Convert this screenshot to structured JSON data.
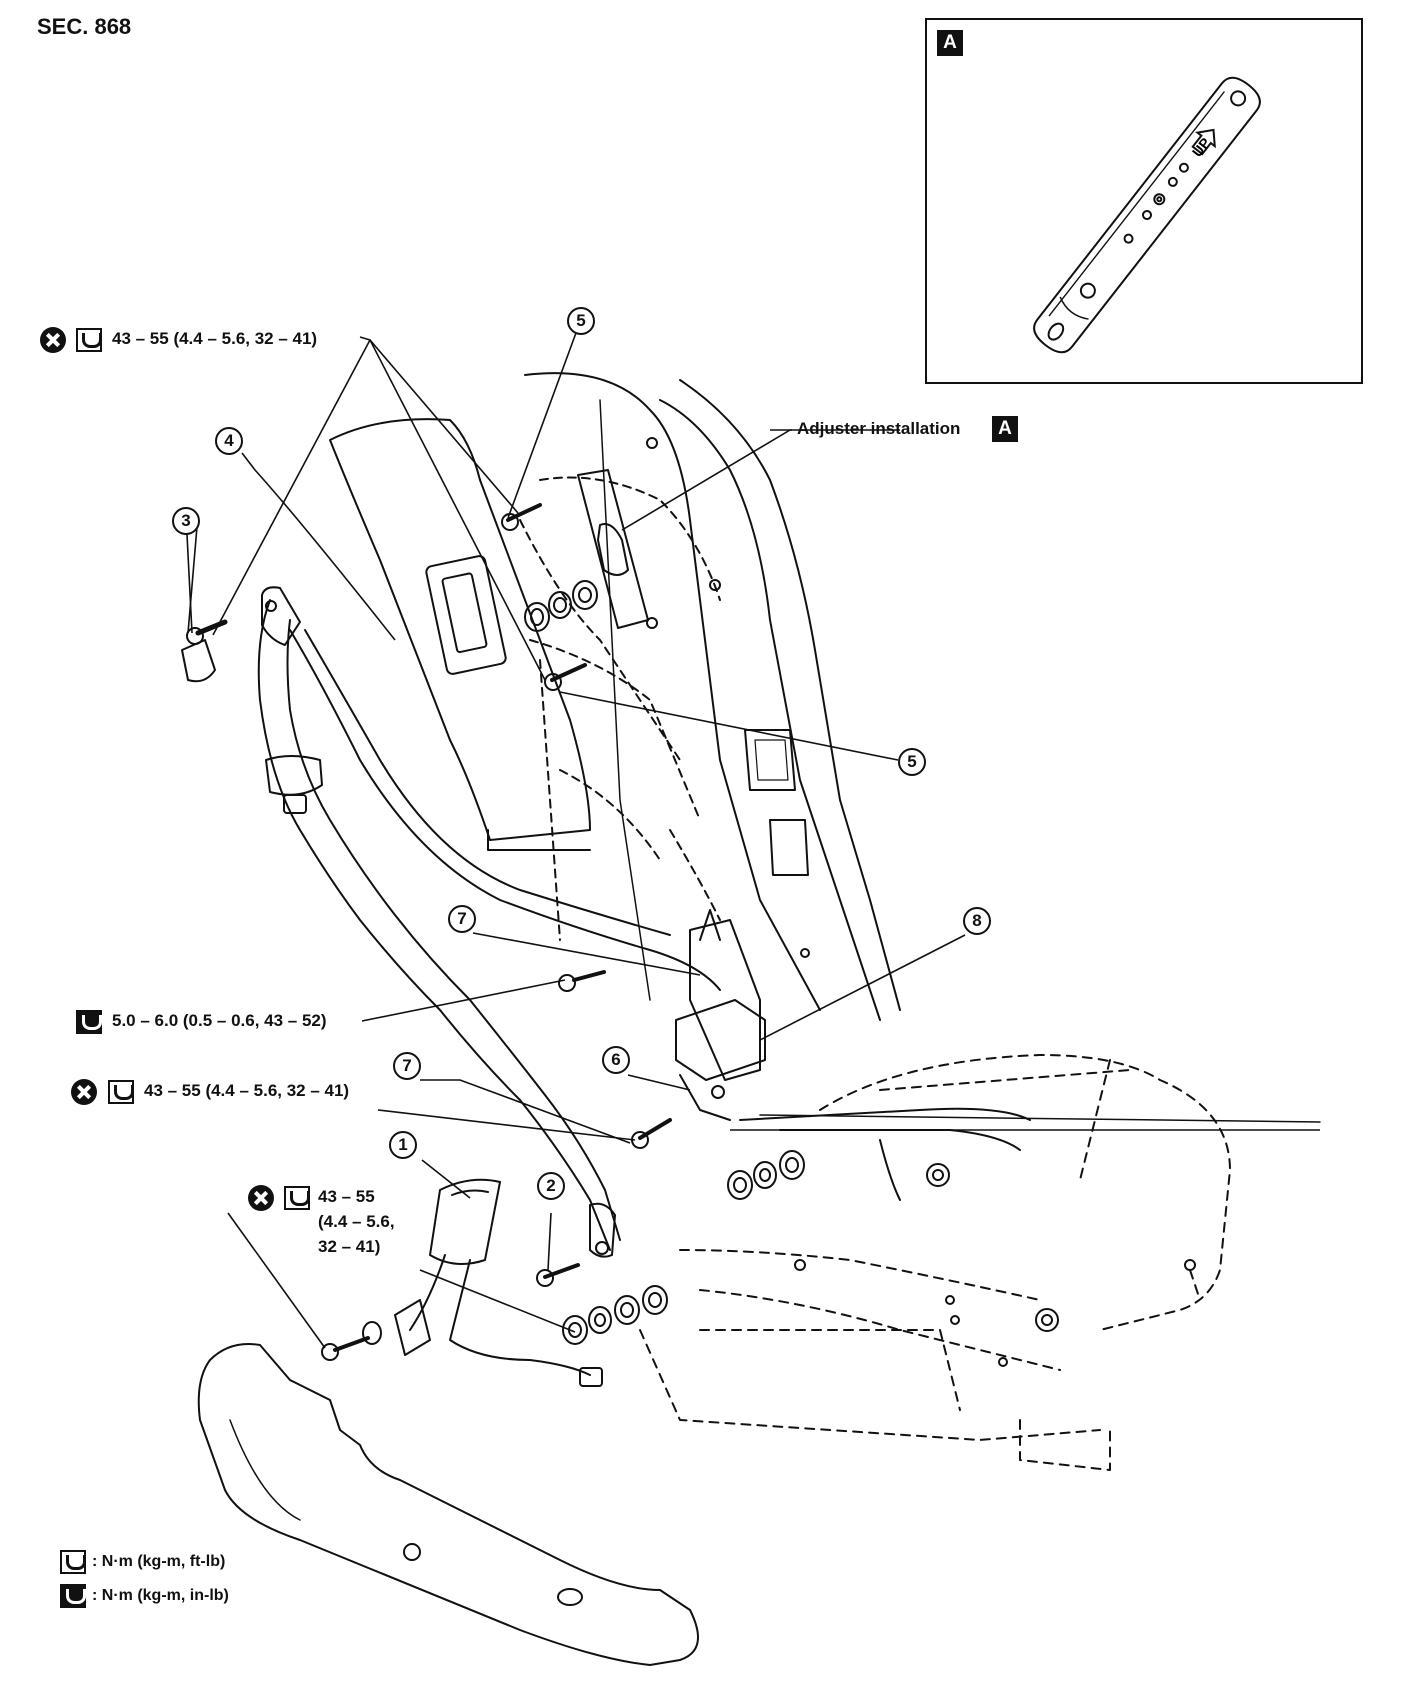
{
  "section": "SEC. 868",
  "inset": {
    "tag": "A",
    "plate_text": "UP"
  },
  "adjuster_label": "Adjuster installation",
  "adjuster_tag": "A",
  "torque_specs": {
    "top": "43 – 55 (4.4 – 5.6, 32 – 41)",
    "mid_small": "5.0 – 6.0 (0.5 – 0.6, 43 – 52)",
    "mid": "43 – 55 (4.4 – 5.6, 32 – 41)",
    "buckle_line1": "43 – 55",
    "buckle_line2": "(4.4 – 5.6,",
    "buckle_line3": "32 – 41)"
  },
  "callouts": [
    "1",
    "2",
    "3",
    "4",
    "5",
    "5",
    "6",
    "7",
    "7",
    "8"
  ],
  "legend": [
    {
      "icon": "wrench-icon",
      "text": ": N·m (kg-m, ft-lb)"
    },
    {
      "icon": "wrench-filled-icon",
      "text": ": N·m (kg-m, in-lb)"
    }
  ],
  "colors": {
    "ink": "#111111",
    "paper": "#ffffff"
  }
}
